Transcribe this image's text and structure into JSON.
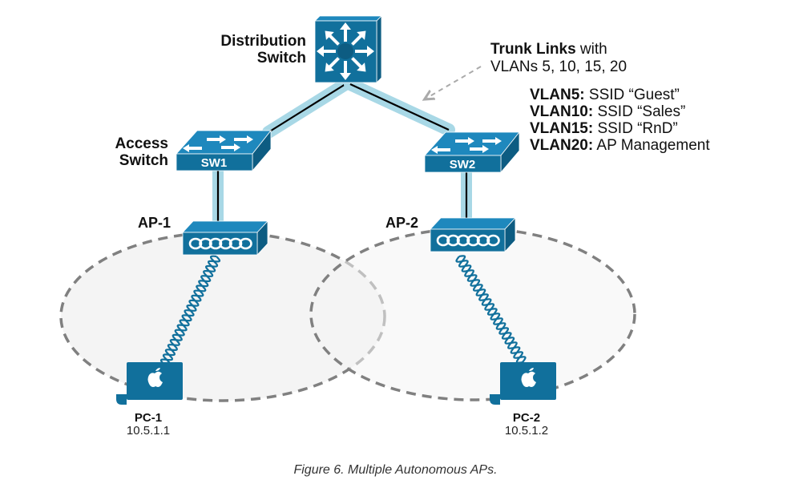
{
  "colors": {
    "device_blue": "#11709c",
    "device_top": "#1e88bd",
    "device_side": "#0d5c82",
    "link_halo": "#a8d8e6",
    "link_core": "#000000",
    "coverage_fill": "#f4f4f4",
    "coverage_stroke": "#808080"
  },
  "labels": {
    "distribution_switch": [
      "Distribution",
      "Switch"
    ],
    "access_switch": [
      "Access",
      "Switch"
    ],
    "sw1": "SW1",
    "sw2": "SW2",
    "ap1": "AP-1",
    "ap2": "AP-2"
  },
  "pcs": [
    {
      "name": "PC-1",
      "ip": "10.5.1.1"
    },
    {
      "name": "PC-2",
      "ip": "10.5.1.2"
    }
  ],
  "trunk_note": {
    "bold": "Trunk Links",
    "rest": " with",
    "line2": "VLANs 5, 10, 15, 20"
  },
  "vlans": [
    {
      "id": "VLAN5:",
      "desc": " SSID “Guest”"
    },
    {
      "id": "VLAN10:",
      "desc": " SSID “Sales”"
    },
    {
      "id": "VLAN15:",
      "desc": " SSID “RnD”"
    },
    {
      "id": "VLAN20:",
      "desc": " AP Management"
    }
  ],
  "caption": "Figure 6. Multiple Autonomous APs."
}
